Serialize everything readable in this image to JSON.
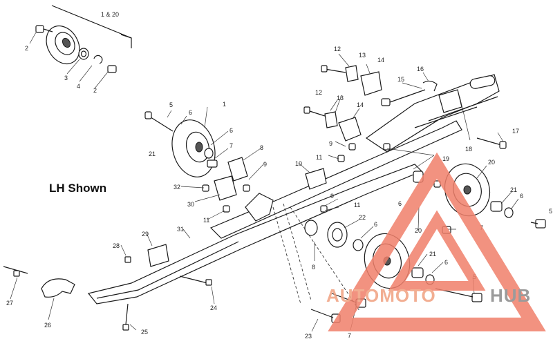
{
  "caption": "LH Shown",
  "watermark": {
    "left": "AUTOMOTO",
    "right": "HUB",
    "colors": {
      "triangle": "#f07f6a",
      "left_text": "#f0a080",
      "right_text": "#8a8a8a"
    }
  },
  "callouts": {
    "c1a20": "1 & 20",
    "c2a": "2",
    "c3": "3",
    "c4": "4",
    "c2b": "2",
    "c12a": "12",
    "c13a": "13",
    "c14a": "14",
    "c15": "15",
    "c16": "16",
    "c12b": "12",
    "c13b": "13",
    "c14b": "14",
    "c5a": "5",
    "c6a": "6",
    "c1": "1",
    "c6b": "6",
    "c7a": "7",
    "c21a": "21",
    "c8a": "8",
    "c9a": "9",
    "c11a": "11",
    "c9b": "9",
    "c10": "10",
    "c17": "17",
    "c18": "18",
    "c19": "19",
    "c20a": "20",
    "c21b": "21",
    "c6c": "6",
    "c5b": "5",
    "c32": "32",
    "c30": "30",
    "c9c": "9",
    "c11b": "11",
    "c11c": "11",
    "c22": "22",
    "c6d": "6",
    "c6e": "6",
    "c7b": "7",
    "c20b": "20",
    "c28": "28",
    "c29": "29",
    "c31": "31",
    "c8b": "8",
    "c21c": "21",
    "c6f": "6",
    "c5c": "5",
    "c27": "27",
    "c26": "26",
    "c25": "25",
    "c24": "24",
    "c23": "23",
    "c7c": "7"
  }
}
